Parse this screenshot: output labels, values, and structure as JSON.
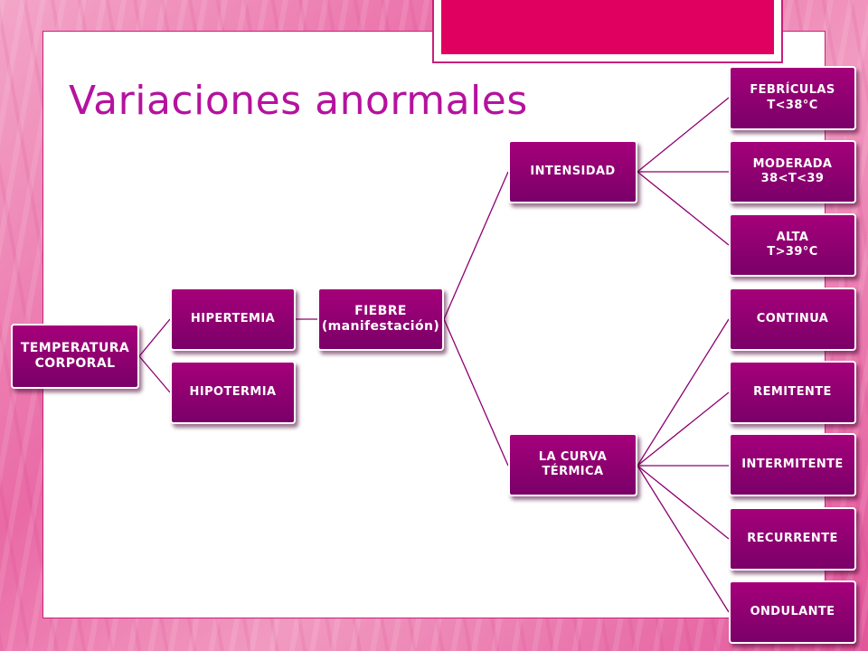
{
  "slide": {
    "title": "Variaciones anormales",
    "accent_color": "#e0005f",
    "node_color": "#8e0072",
    "connector_color": "#8e0072"
  },
  "diagram": {
    "root": "TEMPERATURA\nCORPORAL",
    "level1": [
      "HIPERTEMIA",
      "HIPOTERMIA"
    ],
    "fiebre": "FIEBRE\n(manifestación)",
    "branches": {
      "intensidad": {
        "label": "INTENSIDAD",
        "children": [
          "FEBRÍCULAS\nT<38°C",
          "MODERADA\n38<T<39",
          "ALTA\nT>39°C"
        ]
      },
      "curva": {
        "label": "LA CURVA\nTÉRMICA",
        "children": [
          "CONTINUA",
          "REMITENTE",
          "INTERMITENTE",
          "RECURRENTE",
          "ONDULANTE"
        ]
      }
    }
  }
}
